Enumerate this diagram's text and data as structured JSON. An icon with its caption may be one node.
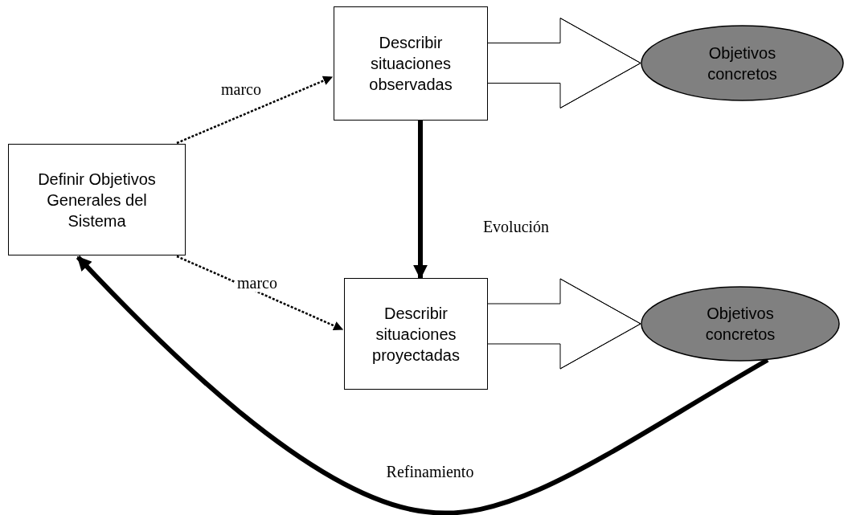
{
  "diagram": {
    "nodes": [
      {
        "text": [
          "Definir Objetivos Generales del Sistema"
        ]
      },
      {
        "text": [
          "Describir situaciones observadas"
        ]
      },
      {
        "text": [
          "Objetivos concretos"
        ]
      },
      {
        "text": [
          "Describir situaciones proyectadas"
        ]
      },
      {
        "text": [
          "Objetivos concretos"
        ]
      }
    ],
    "edges": [
      {
        "from": 0,
        "to": 1,
        "arrow": "to",
        "label": "marco",
        "style": "dashed"
      },
      {
        "from": 1,
        "to": 2,
        "arrow": "to"
      },
      {
        "from": 1,
        "to": 3,
        "arrow": "to",
        "label": "Evolución",
        "style": "thick"
      },
      {
        "from": 0,
        "to": 3,
        "arrow": "to",
        "label": "marco",
        "style": "dashed"
      },
      {
        "from": 3,
        "to": 4,
        "arrow": "to"
      },
      {
        "from": 4,
        "to": 0,
        "arrow": "to",
        "label": "Refinamiento",
        "style": "thick"
      }
    ]
  }
}
